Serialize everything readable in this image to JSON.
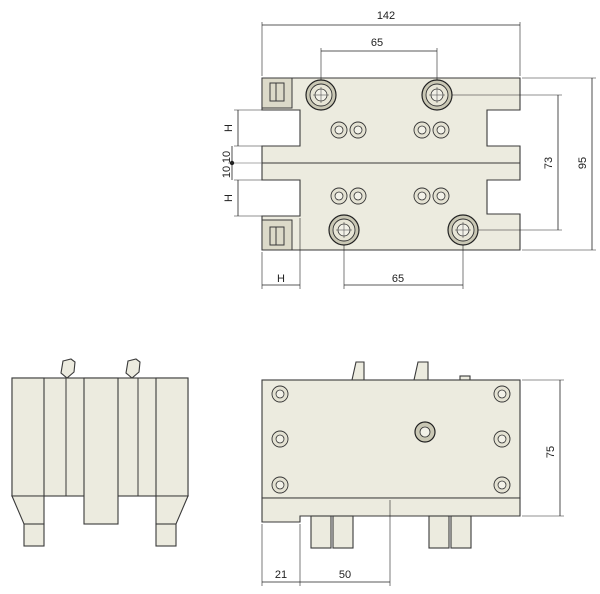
{
  "drawing": {
    "top_view": {
      "dims": {
        "overall_width": "142",
        "top_spacing": "65",
        "bottom_spacing": "65",
        "inner_height": "73",
        "overall_height": "95",
        "slot_h_upper": "H",
        "slot_h_lower": "H",
        "slot_h_width": "H",
        "offset_upper": "10",
        "offset_lower": "10"
      }
    },
    "front_view": {
      "dims": {
        "height": "75",
        "left_offset": "21",
        "tab_spacing": "50"
      }
    }
  }
}
